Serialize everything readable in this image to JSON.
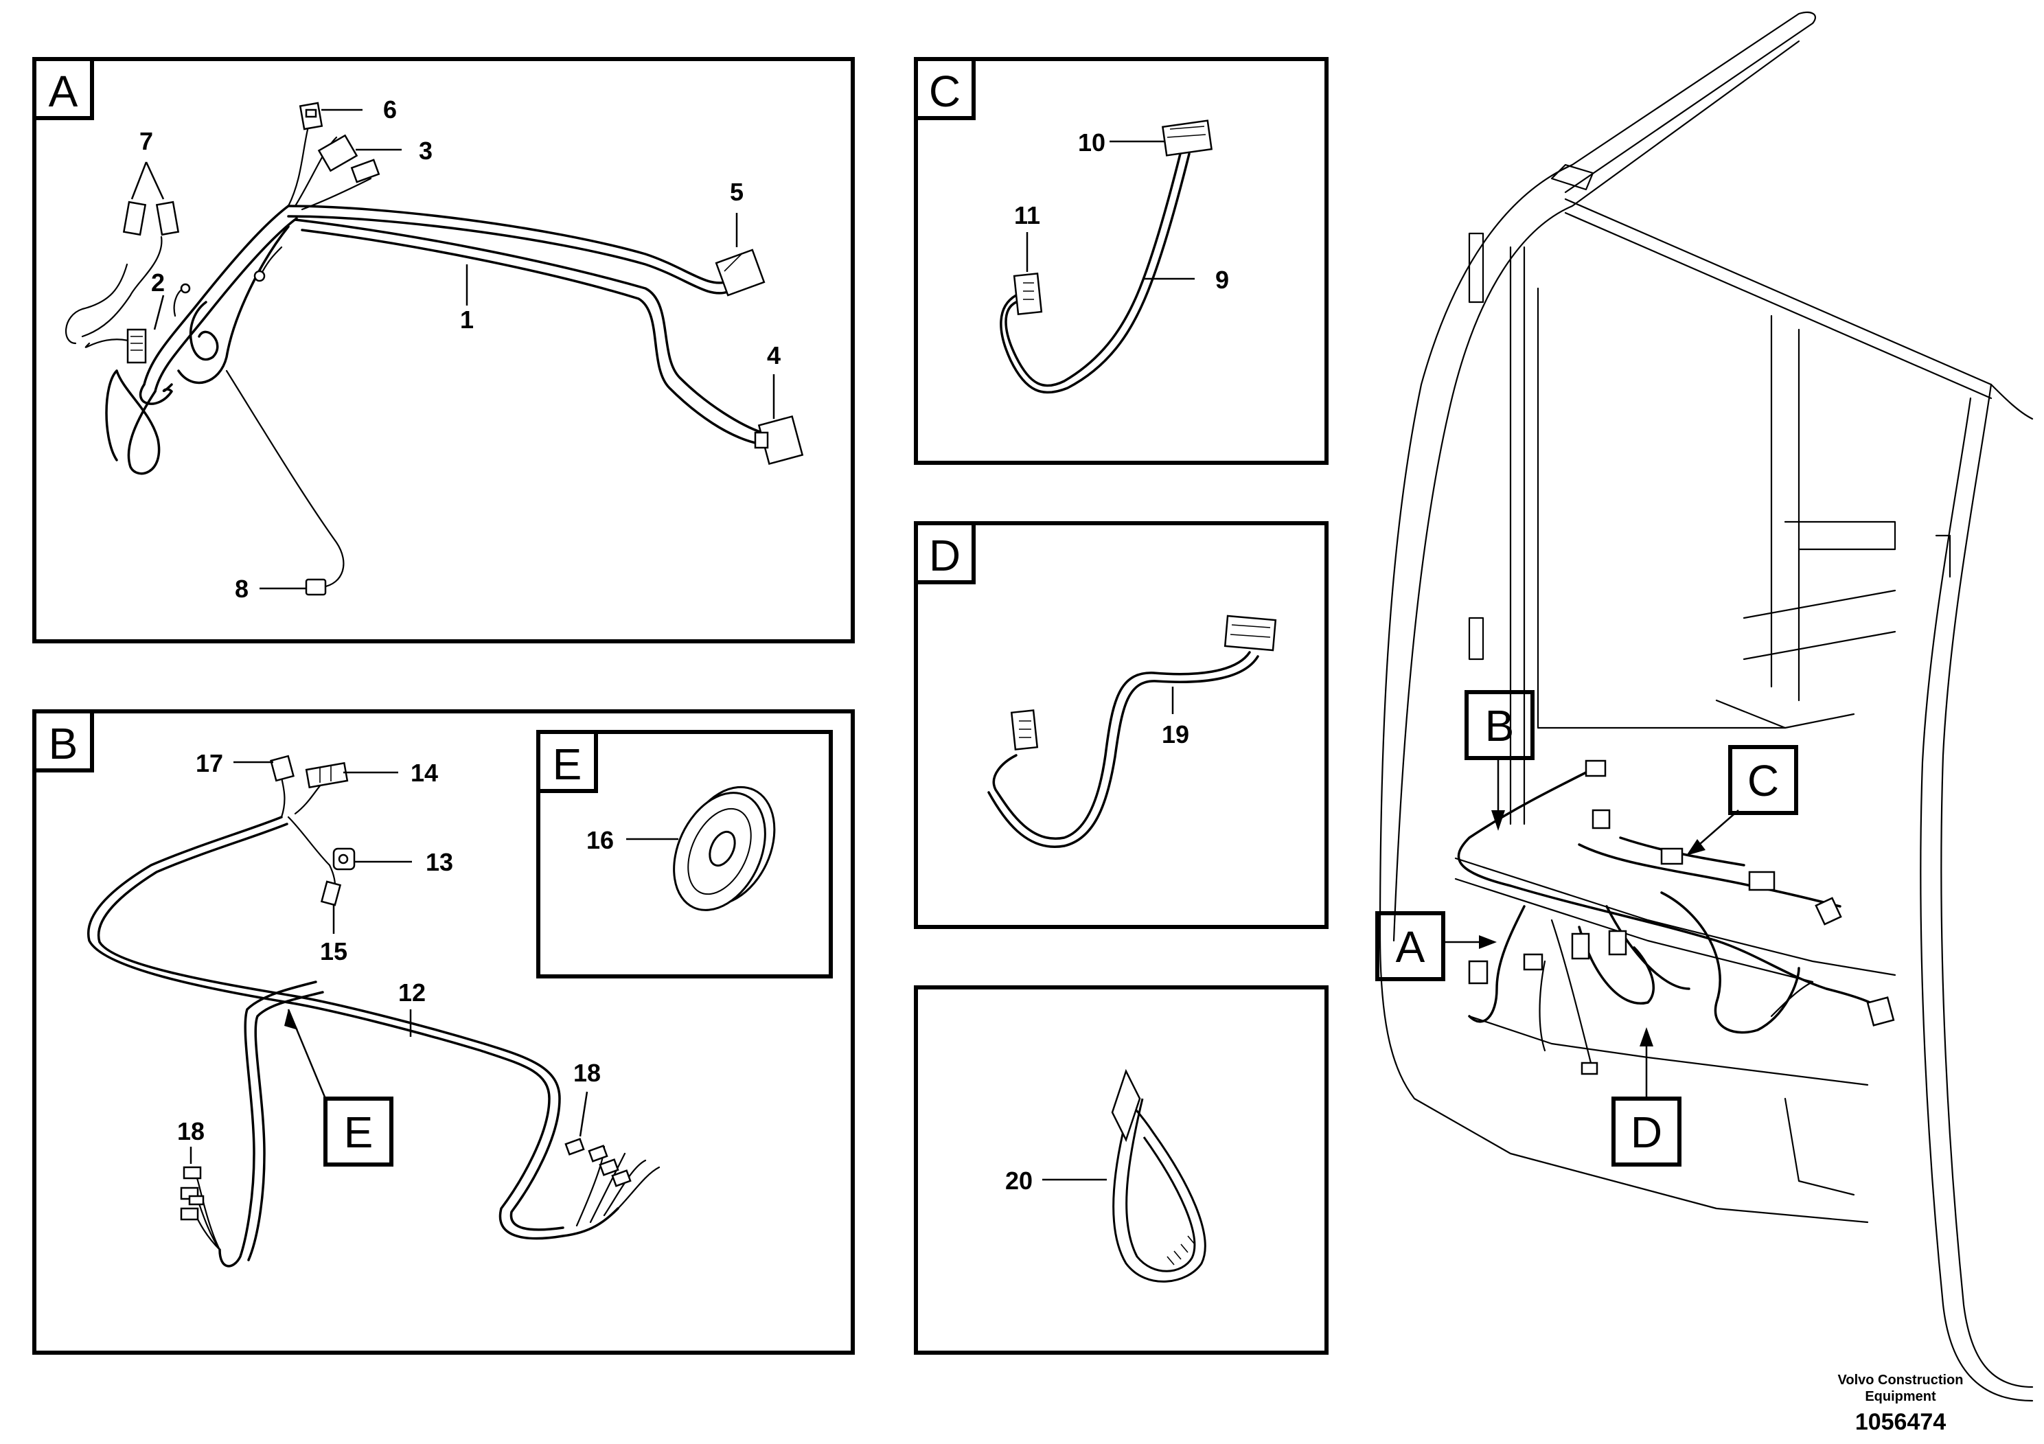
{
  "panels": {
    "A": {
      "label": "A",
      "callouts": [
        "1",
        "2",
        "3",
        "4",
        "5",
        "6",
        "7",
        "8"
      ]
    },
    "B": {
      "label": "B",
      "callouts": [
        "12",
        "13",
        "14",
        "15",
        "17",
        "18",
        "18"
      ]
    },
    "C": {
      "label": "C",
      "callouts": [
        "9",
        "10",
        "11"
      ]
    },
    "D": {
      "label": "D",
      "callouts": [
        "19"
      ]
    },
    "E": {
      "label": "E",
      "callouts": [
        "16"
      ]
    },
    "F": {
      "callouts": [
        "20"
      ]
    }
  },
  "overview": {
    "labels": [
      "A",
      "B",
      "C",
      "D",
      "E"
    ]
  },
  "footer": {
    "company_line1": "Volvo Construction",
    "company_line2": "Equipment",
    "drawing_number": "1056474"
  }
}
